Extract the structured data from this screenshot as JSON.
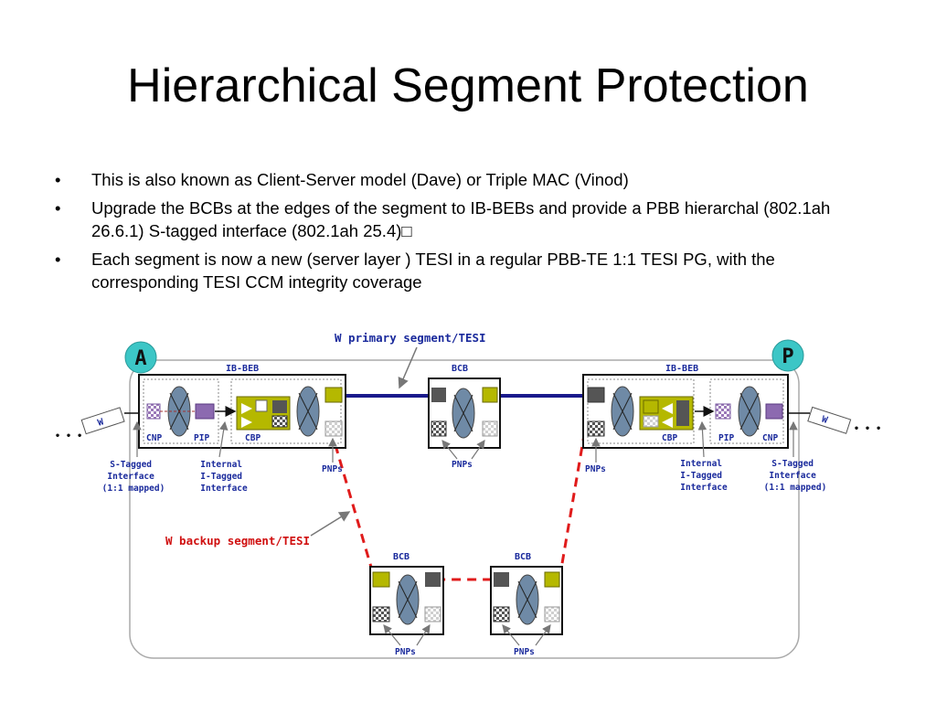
{
  "slide": {
    "title": "Hierarchical Segment Protection",
    "bullet_glyph": "•",
    "bullets": [
      "This is also known as Client-Server model (Dave) or Triple MAC (Vinod)",
      "Upgrade the BCBs at the edges of the segment to IB-BEBs and provide a PBB hierarchal (802.1ah 26.6.1) S-tagged interface (802.1ah 25.4)",
      "Each segment is now a new (server layer ) TESI in a regular PBB-TE 1:1 TESI PG, with the corresponding TESI CCM integrity coverage"
    ],
    "bullet2_trailing_glyph": "□"
  },
  "diagram": {
    "node_a": "A",
    "node_p": "P",
    "primary_label": "W primary segment/TESI",
    "backup_label": "W backup segment/TESI",
    "ibbeb_label": "IB-BEB",
    "bcb_label": "BCB",
    "cnp": "CNP",
    "pip": "PIP",
    "cbp": "CBP",
    "pnps": "PNPs",
    "w": "W",
    "ellipsis": "• • •",
    "s_tagged": [
      "S-Tagged",
      "Interface",
      "(1:1 mapped)"
    ],
    "i_tagged": [
      "Internal",
      "I-Tagged",
      "Interface"
    ],
    "colors": {
      "primary_line": "#1a1a8c",
      "backup_line": "#e01b1b",
      "node_circle": "#3cc6c6",
      "olive": "#b5b800",
      "purple": "#8c6ab0",
      "ellipse": "#6f8aa6",
      "blue_text": "#1a2a9c",
      "red_text": "#d01010"
    }
  }
}
